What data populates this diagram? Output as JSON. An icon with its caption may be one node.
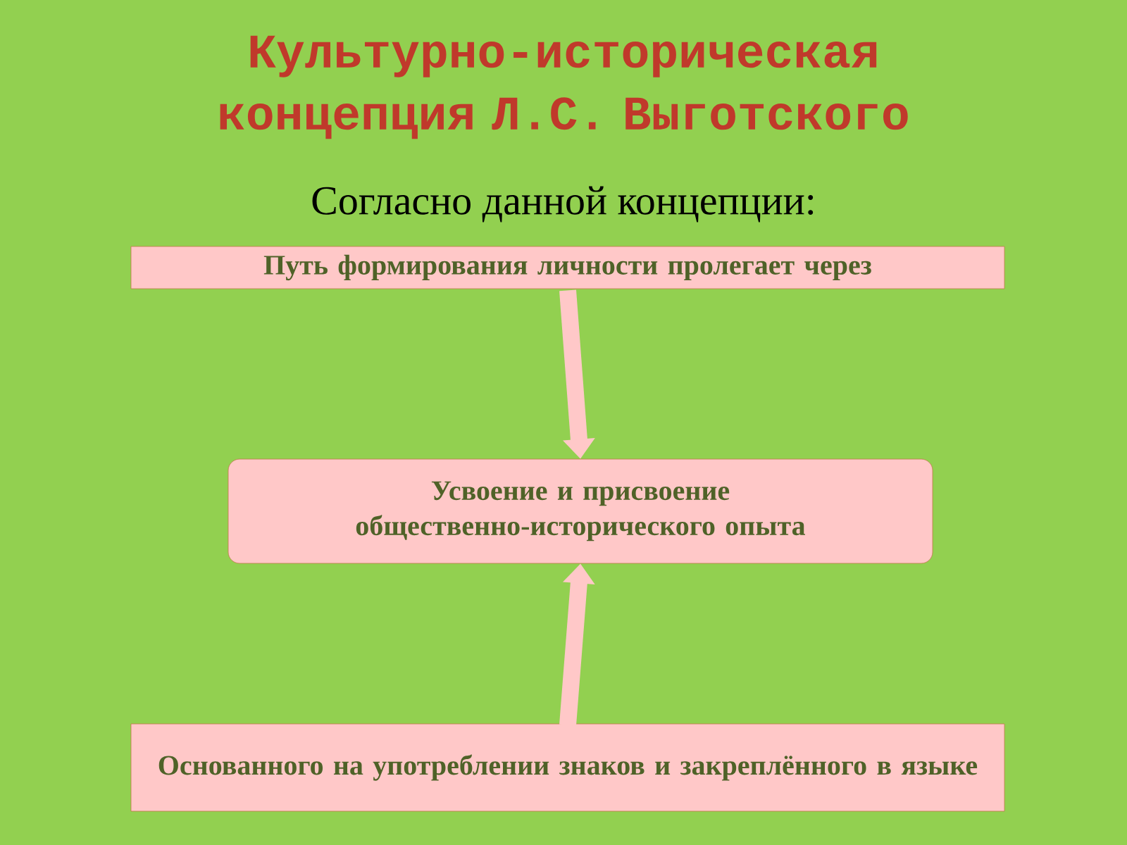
{
  "diagram": {
    "title": "Культурно-историческая концепция Л.С. Выготского",
    "nodes": [
      {
        "text": [
          "Путь формирования личности пролегает через"
        ]
      },
      {
        "text": [
          "Усвоение и присвоение общественно-исторического опыта"
        ]
      },
      {
        "text": [
          "Основанного на употреблении знаков и закреплённого в языке"
        ]
      }
    ],
    "edges": [
      {
        "from": 0,
        "to": 1,
        "arrow": "to"
      },
      {
        "from": 2,
        "to": 1,
        "arrow": "to"
      }
    ],
    "labels": [
      "Согласно данной концепции:"
    ]
  }
}
